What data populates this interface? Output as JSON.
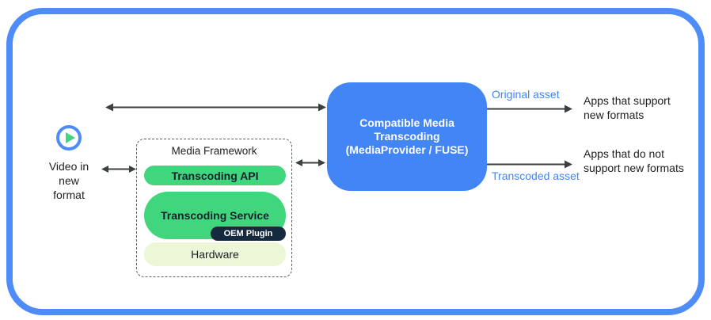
{
  "colors": {
    "frame-blue": "#4e8cf7",
    "box-blue": "#4285f4",
    "label-blue": "#4285f4",
    "pill-green": "#40d67e",
    "oem-navy": "#152a3e",
    "hardware-pale": "#eef6d8",
    "arrow-gray": "#3c4043",
    "text-dark": "#202124"
  },
  "video_source": {
    "icon": "play-icon",
    "label": "Video in\nnew\nformat"
  },
  "media_framework": {
    "title": "Media Framework",
    "layers": [
      {
        "label": "Transcoding API"
      },
      {
        "label": "Transcoding Service"
      },
      {
        "label": "OEM Plugin"
      },
      {
        "label": "Hardware"
      }
    ]
  },
  "transcoding_box": {
    "lines": [
      "Compatible Media",
      "Transcoding",
      "(MediaProvider / FUSE)"
    ]
  },
  "outputs": [
    {
      "flow_label": "Original asset",
      "target": "Apps that support\nnew formats"
    },
    {
      "flow_label": "Transcoded asset",
      "target": "Apps that do not\nsupport new formats"
    }
  ]
}
